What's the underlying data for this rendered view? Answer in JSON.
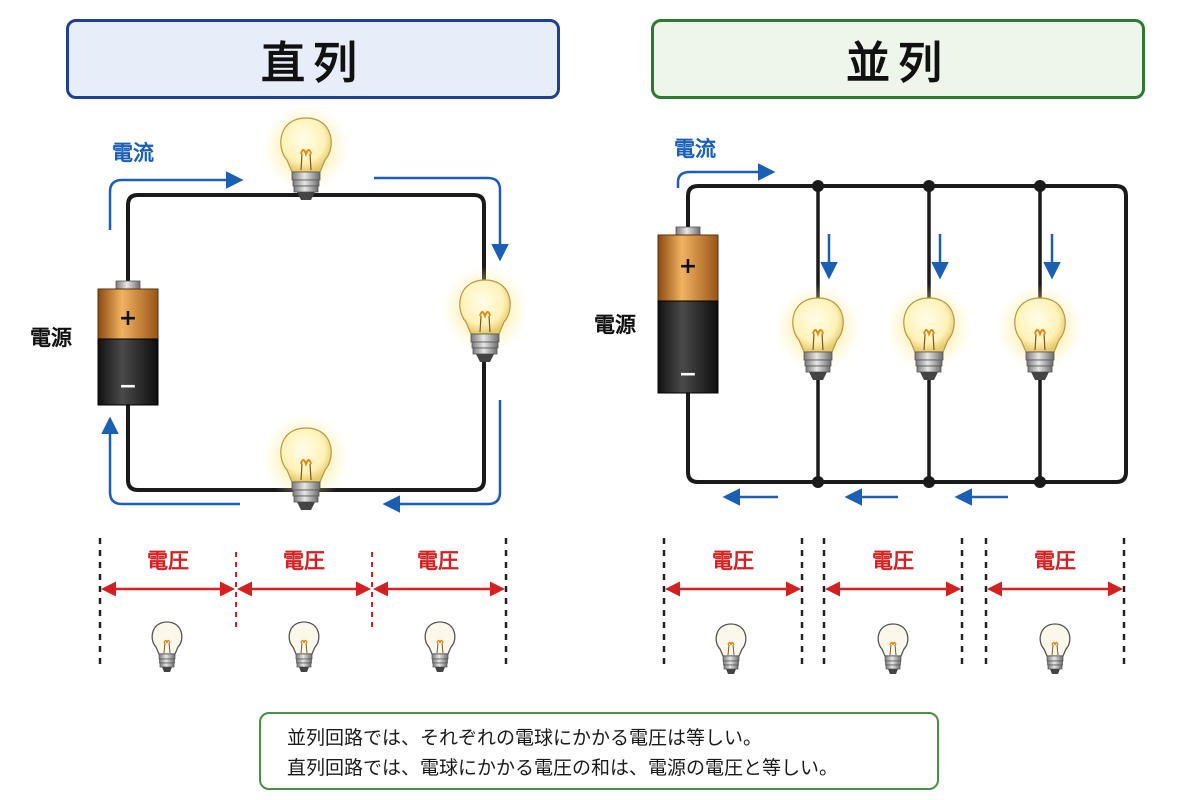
{
  "series": {
    "title": "直列",
    "current_label": "電流",
    "source_label": "電源",
    "battery_plus": "+",
    "battery_minus": "−",
    "voltage_labels": [
      "電圧",
      "電圧",
      "電圧"
    ]
  },
  "parallel": {
    "title": "並列",
    "current_label": "電流",
    "source_label": "電源",
    "battery_plus": "+",
    "battery_minus": "−",
    "voltage_labels": [
      "電圧",
      "電圧",
      "電圧"
    ]
  },
  "note": {
    "line1": "並列回路では、それぞれの電球にかかる電圧は等しい。",
    "line2": "直列回路では、電球にかかる電圧の和は、電源の電圧と等しい。"
  },
  "colors": {
    "series_accent": "#1f3f8f",
    "parallel_accent": "#2f7a32",
    "current_arrow": "#1a5fb4",
    "voltage": "#d42020",
    "wire": "#1a1a1a",
    "note_border": "#4b8f45"
  },
  "icons": [
    "light-bulb-icon",
    "battery-icon",
    "current-arrow-icon",
    "voltage-arrow-icon"
  ]
}
